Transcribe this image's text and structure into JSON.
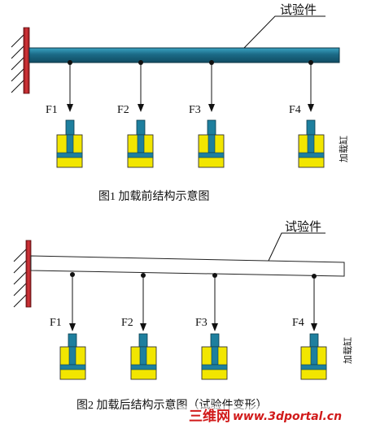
{
  "figure1": {
    "specimen_label": "试验件",
    "cylinder_label": "加载缸",
    "forces": [
      "F1",
      "F2",
      "F3",
      "F4"
    ],
    "caption": "图1 加载前结构示意图"
  },
  "figure2": {
    "specimen_label": "试验件",
    "cylinder_label": "加载缸",
    "forces": [
      "F1",
      "F2",
      "F3",
      "F4"
    ],
    "caption": "图2 加载后结构示意图（试验件变形）"
  },
  "watermark": {
    "text_cn": "三维网",
    "text_url": "www.3dportal.cn"
  },
  "colors": {
    "wall": "#c0282d",
    "beam_fill": "#1b6a86",
    "beam_highlight": "#2f93b2",
    "cylinder_body": "#f2e600",
    "cylinder_rod": "#1e7f9e",
    "line": "#111111",
    "watermark_red": "#d11a1a"
  }
}
